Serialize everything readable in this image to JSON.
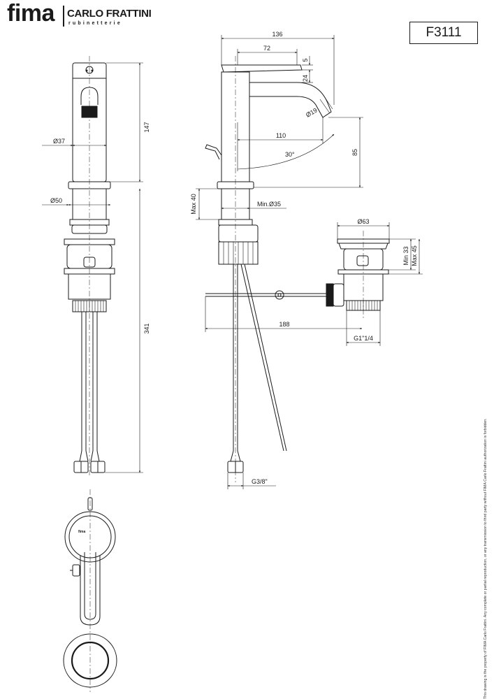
{
  "header": {
    "brand": "fima",
    "brand_sub": "CARLO FRATTINI",
    "brand_tagline": "rubinetterie",
    "product_code": "F3111"
  },
  "dimensions": {
    "total_width": "136",
    "spout_height_gap": "72",
    "lever_offset": "5",
    "lever_height": "24",
    "spout_dia": "Ø19",
    "spout_reach": "110",
    "lever_angle": "30°",
    "spout_height": "85",
    "body_dia": "Ø37",
    "body_height": "147",
    "base_dia": "Ø50",
    "deck_max": "Max 40",
    "hole_min": "Min.Ø35",
    "overall_length": "341",
    "waste_dia": "Ø63",
    "waste_min": "Min 33",
    "waste_max": "Max 45",
    "rod_length": "188",
    "waste_thread": "G1\"1/4",
    "hose_thread": "G3/8\""
  },
  "footer": {
    "disclaimer": "This drawing is the property of FIMA Carlo Frattini. Any complete or partial reproduction, or any transmission to third party without FIMA Carlo Frattini authorization is forbidden."
  }
}
